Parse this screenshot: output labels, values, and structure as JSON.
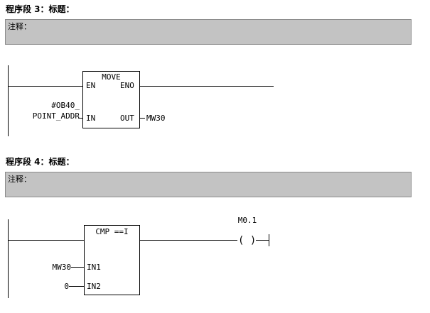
{
  "colors": {
    "background": "#ffffff",
    "comment_bg": "#c3c3c3",
    "wire": "#000000"
  },
  "networks": [
    {
      "title": "程序段 3：标题：",
      "comment": "注释：",
      "block": {
        "name": "MOVE",
        "pins": {
          "en": "EN",
          "eno": "ENO",
          "in": "IN",
          "out": "OUT"
        },
        "input_line1": "#OB40_",
        "input_line2": "POINT_ADDR",
        "output_operand": "MW30"
      }
    },
    {
      "title": "程序段 4：标题：",
      "comment": "注释：",
      "block": {
        "name": "CMP ==I",
        "pins": {
          "in1": "IN1",
          "in2": "IN2"
        },
        "input1": "MW30",
        "input2": "0"
      },
      "coil": {
        "operand": "M0.1",
        "symbol": "( )"
      }
    }
  ]
}
